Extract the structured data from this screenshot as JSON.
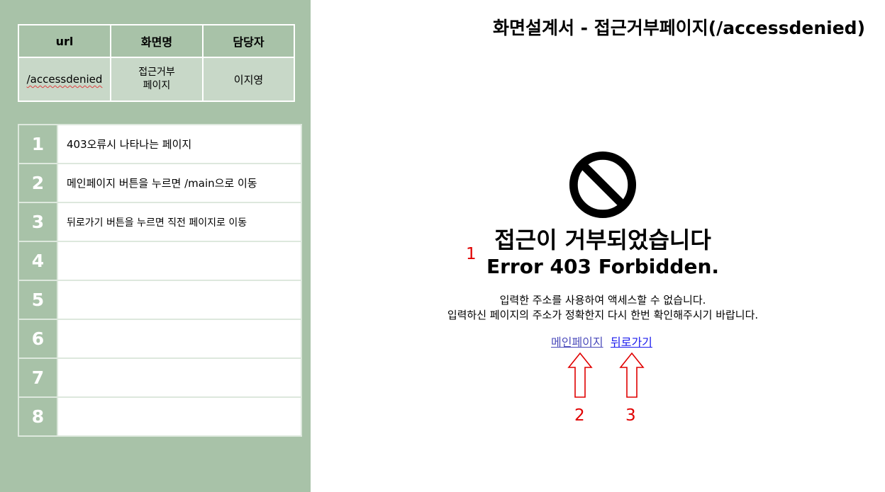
{
  "page_title": "화면설계서 - 접근거부페이지(/accessdenied)",
  "info_table": {
    "headers": [
      "url",
      "화면명",
      "담당자"
    ],
    "url": "/accessdenied",
    "screen_name_line1": "접근거부",
    "screen_name_line2": "페이지",
    "owner": "이지영"
  },
  "descriptions": [
    {
      "num": "1",
      "text": "403오류시 나타나는 페이지"
    },
    {
      "num": "2",
      "text": "메인페이지 버튼을 누르면 /main으로 이동"
    },
    {
      "num": "3",
      "text": "뒤로가기 버튼을 누르면 직전 페이지로 이동"
    },
    {
      "num": "4",
      "text": ""
    },
    {
      "num": "5",
      "text": ""
    },
    {
      "num": "6",
      "text": ""
    },
    {
      "num": "7",
      "text": ""
    },
    {
      "num": "8",
      "text": ""
    }
  ],
  "mockup": {
    "icon": "no-entry-icon",
    "heading_kr": "접근이 거부되었습니다",
    "heading_en": "Error 403 Forbidden.",
    "message_line1": "입력한 주소를 사용하여 액세스할 수 없습니다.",
    "message_line2": "입력하신 페이지의 주소가 정확한지 다시 한번 확인해주시기 바랍니다.",
    "main_link": "메인페이지",
    "back_link": "뒤로가기"
  },
  "annotations": {
    "marker1": "1",
    "marker2": "2",
    "marker3": "3"
  },
  "colors": {
    "sidebar": "#a8c2a8",
    "annotation": "#e00000",
    "link": "#1a1aee"
  }
}
